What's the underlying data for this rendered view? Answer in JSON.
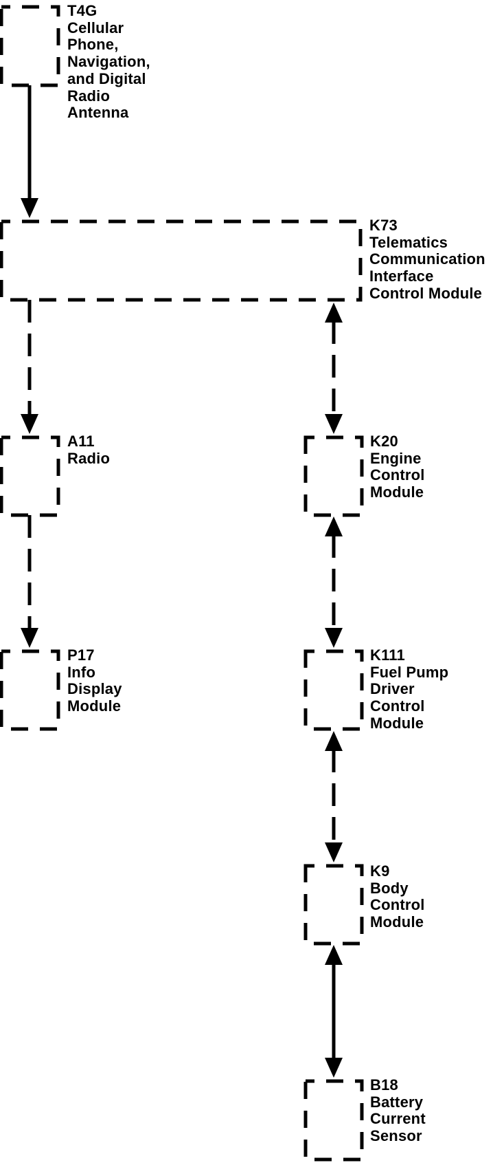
{
  "diagram": {
    "kind": "vehicle-communication-block-diagram",
    "colors": {
      "background": "#ffffff",
      "foreground": "#000000"
    },
    "nodes": [
      {
        "code": "T4G",
        "name": "Cellular Phone, Navigation, and Digital Radio Antenna",
        "label_lines": [
          "T4G",
          "Cellular",
          "Phone,",
          "Navigation,",
          "and Digital",
          "Radio",
          "Antenna"
        ]
      },
      {
        "code": "K73",
        "name": "Telematics Communication Interface Control Module",
        "label_lines": [
          "K73",
          "Telematics",
          "Communication",
          "Interface",
          "Control Module"
        ]
      },
      {
        "code": "A11",
        "name": "Radio",
        "label_lines": [
          "A11",
          "Radio"
        ]
      },
      {
        "code": "P17",
        "name": "Info Display Module",
        "label_lines": [
          "P17",
          "Info",
          "Display",
          "Module"
        ]
      },
      {
        "code": "K20",
        "name": "Engine Control Module",
        "label_lines": [
          "K20",
          "Engine",
          "Control",
          "Module"
        ]
      },
      {
        "code": "K111",
        "name": "Fuel Pump Driver Control Module",
        "label_lines": [
          "K111",
          "Fuel Pump",
          "Driver",
          "Control",
          "Module"
        ]
      },
      {
        "code": "K9",
        "name": "Body Control Module",
        "label_lines": [
          "K9",
          "Body",
          "Control",
          "Module"
        ]
      },
      {
        "code": "B18",
        "name": "Battery Current Sensor",
        "label_lines": [
          "B18",
          "Battery",
          "Current",
          "Sensor"
        ]
      }
    ],
    "connections": [
      {
        "from": "T4G",
        "to": "K73",
        "line": "solid",
        "arrows": "to"
      },
      {
        "from": "K73",
        "to": "A11",
        "line": "dashed",
        "arrows": "to"
      },
      {
        "from": "A11",
        "to": "P17",
        "line": "dashed",
        "arrows": "to"
      },
      {
        "from": "K73",
        "to": "K20",
        "line": "dashed",
        "arrows": "both"
      },
      {
        "from": "K20",
        "to": "K111",
        "line": "dashed",
        "arrows": "both"
      },
      {
        "from": "K111",
        "to": "K9",
        "line": "dashed",
        "arrows": "both"
      },
      {
        "from": "K9",
        "to": "B18",
        "line": "solid",
        "arrows": "both"
      }
    ]
  }
}
